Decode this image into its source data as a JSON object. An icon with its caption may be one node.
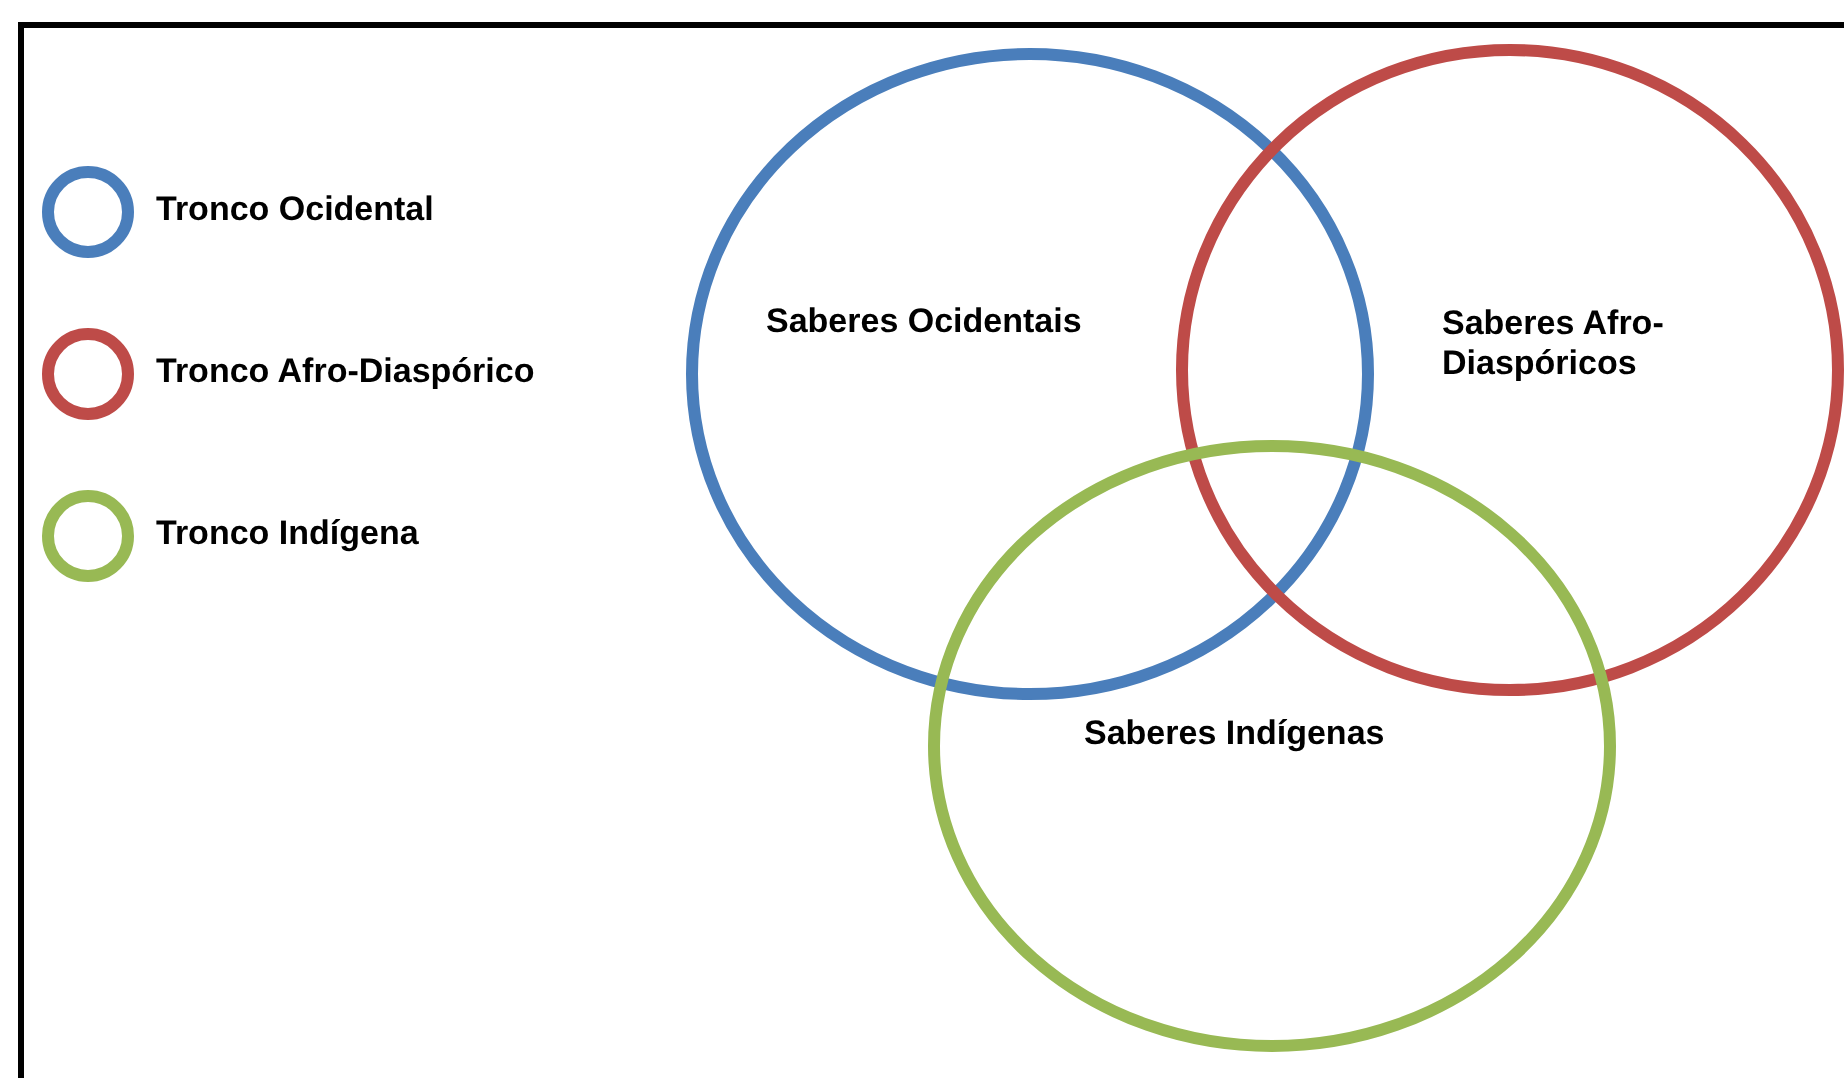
{
  "diagram": {
    "nodes": [
      {
        "text": [
          "Saberes Ocidentais"
        ]
      },
      {
        "text": [
          "Saberes Afro-Diaspóricos"
        ]
      },
      {
        "text": [
          "Saberes Indígenas"
        ]
      }
    ],
    "legend": [
      {
        "text": "Tronco Ocidental",
        "color": "#4a7ebb"
      },
      {
        "text": "Tronco Afro-Diaspórico",
        "color": "#be4b48"
      },
      {
        "text": "Tronco Indígena",
        "color": "#98b954"
      }
    ]
  }
}
